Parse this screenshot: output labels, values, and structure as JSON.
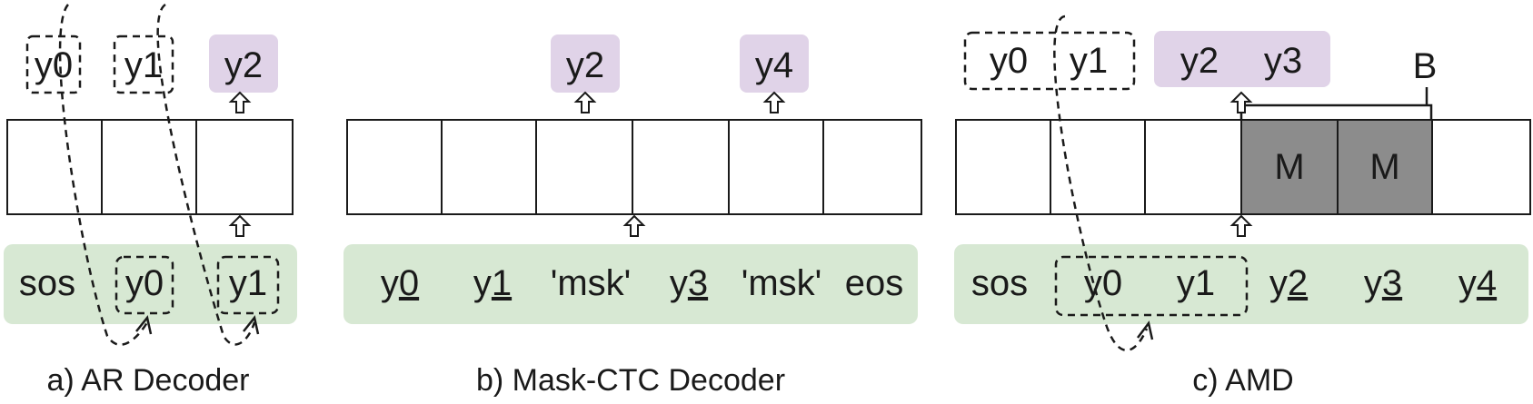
{
  "panel_a": {
    "caption": "a) AR Decoder",
    "outputs": [
      "y0",
      "y1",
      "y2"
    ],
    "inputs": [
      "sos",
      "y0",
      "y1"
    ]
  },
  "panel_b": {
    "caption": "b) Mask-CTC Decoder",
    "outputs": [
      "y2",
      "y4"
    ],
    "inputs": [
      {
        "base": "y",
        "sub": "0"
      },
      {
        "base": "y",
        "sub": "1"
      },
      {
        "base": "'msk'",
        "sub": ""
      },
      {
        "base": "y",
        "sub": "3"
      },
      {
        "base": "'msk'",
        "sub": ""
      },
      {
        "base": "eos",
        "sub": ""
      }
    ]
  },
  "panel_c": {
    "caption": "c) AMD",
    "outputs": [
      "y0",
      "y1",
      "y2",
      "y3"
    ],
    "block_label": "B",
    "mask_label": "M",
    "inputs": [
      {
        "base": "sos",
        "sub": ""
      },
      {
        "base": "y0",
        "sub": ""
      },
      {
        "base": "y1",
        "sub": ""
      },
      {
        "base": "y",
        "sub": "2"
      },
      {
        "base": "y",
        "sub": "3"
      },
      {
        "base": "y",
        "sub": "4"
      }
    ]
  },
  "colors": {
    "input_strip": "#d7e8d3",
    "output_token": "#e0d3e8",
    "mask_cell": "#8c8c8c"
  }
}
